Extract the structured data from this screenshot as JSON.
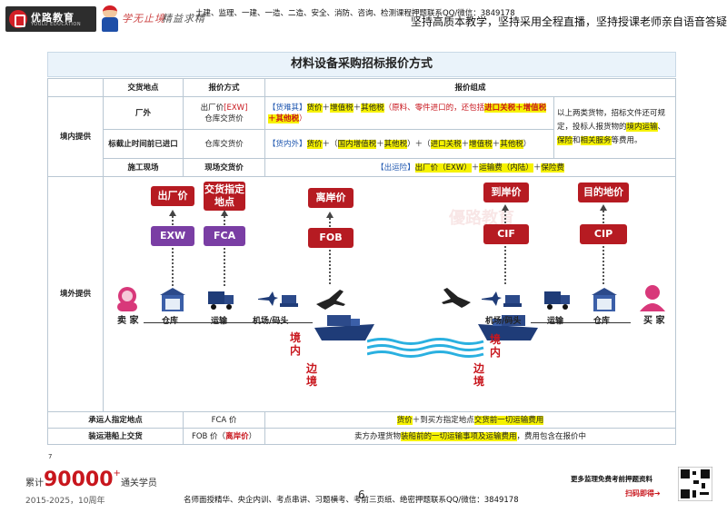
{
  "header": {
    "brand": "优路教育",
    "brand_sub": "YOULU EDUCATION",
    "script_left": "学无止境",
    "script_right": "精益求精",
    "nav_line": "土建、监理、一建、一造、二造、安全、消防、咨询、检测课程押题联系QQ/微信：3849178",
    "slogan": "坚持高质本教学，坚持采用全程直播，坚持授课老师亲自语音答疑"
  },
  "title": "材料设备采购招标报价方式",
  "table": {
    "head": [
      "交货地点",
      "报价方式",
      "报价组成"
    ],
    "domestic_label": "境内提供",
    "foreign_label": "境外提供",
    "r1": {
      "place": "厂外",
      "m1": "出厂价",
      "m1_tag": "[EXW]",
      "m2": "仓库交货价",
      "f_tag": "【货难其】",
      "f_a": "货价",
      "f_plus1": "＋",
      "f_b": "增值税",
      "f_plus2": "＋",
      "f_c": "其他税",
      "f_d": "（原料、零件进口的，还包括",
      "f_e": "进口关税＋增值税＋其他税",
      "f_f": "）"
    },
    "r2": {
      "place": "标截止时间前已进口",
      "method": "仓库交货价",
      "f_tag": "【货内外】",
      "f_a": "货价",
      "f_b": "＋（",
      "f_c": "国内增值税",
      "f_d": "＋",
      "f_e": "其他税",
      "f_f": "）＋（",
      "f_g": "进口关税",
      "f_h": "＋",
      "f_i": "增值税",
      "f_j": "＋",
      "f_k": "其他税",
      "f_l": "）"
    },
    "note": {
      "a": "以上两类货物，招标文件还可规定，投标人报货物的",
      "b": "境内运输",
      "c": "、",
      "d": "保险",
      "e": "和",
      "f": "相关服务",
      "g": "等费用。"
    },
    "r3": {
      "place": "施工现场",
      "method": "现场交货价",
      "f_tag": "【出运险】",
      "f_a": "出厂价（EXW）",
      "f_b": "＋",
      "f_c": "运输费（内陆）",
      "f_d": "＋",
      "f_e": "保险费"
    },
    "r4": {
      "place": "承运人指定地点",
      "method": "FCA 价",
      "f_a": "货价",
      "f_b": "＋到买方指定地点",
      "f_c": "交货前一切运输费用"
    },
    "r5": {
      "place": "装运港船上交货",
      "method_a": "FOB 价（",
      "method_b": "离岸价",
      "method_c": "）",
      "f_a": "卖方办理货物",
      "f_b": "装船前的一切运输事项及运输费用",
      "f_c": "，费用包含在报价中"
    }
  },
  "diagram": {
    "boxes": {
      "factory_price": "出厂价",
      "delivery_point": "交货指定地点",
      "exw": "EXW",
      "fca": "FCA",
      "offshore_price": "离岸价",
      "fob": "FOB",
      "arrival_price": "到岸价",
      "cif1": "CIF",
      "dest_price": "目的地价",
      "cif2": "CIP"
    },
    "labels": {
      "seller": "卖 家",
      "warehouse_left": "仓库",
      "transport_left": "运输",
      "airport_left": "机场/码头",
      "airport_right": "机场/码头",
      "transport_right": "运输",
      "warehouse_right": "仓库",
      "buyer": "买 家",
      "domestic_left": "境\n内",
      "border_left": "边\n境",
      "domestic_right": "境\n内",
      "border_right": "边\n境"
    }
  },
  "page_number_small": "7",
  "footer": {
    "count_prefix": "累计",
    "count": "90000",
    "count_plus": "+",
    "count_suffix": "通关学员",
    "years": "2015-2025，10周年",
    "page": "6",
    "line": "名师面授精华、央企内训、考点串讲、习题横考、考前三页纸、绝密押题联系QQ/微信：3849178",
    "right_top": "更多监理免费考前押题资料",
    "right_bottom": "扫码即得➔"
  },
  "colors": {
    "purple": "#7a3ea4",
    "red": "#b61b22",
    "highlight": "#f6f200",
    "blue_text": "#1f57b0",
    "red_text": "#c8161d"
  }
}
